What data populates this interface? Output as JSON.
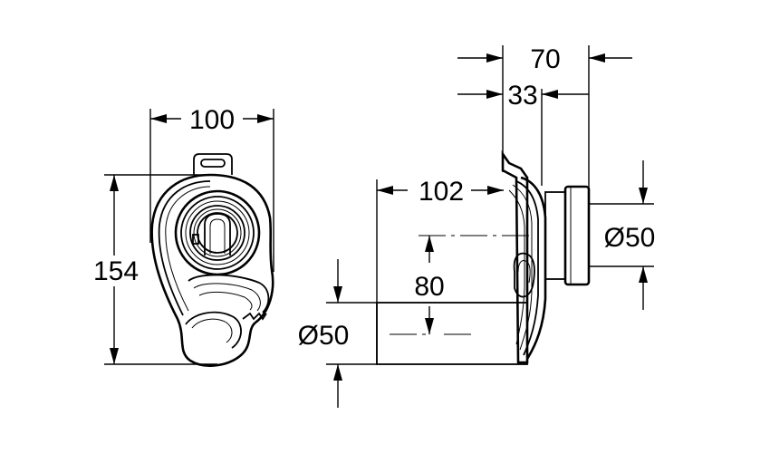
{
  "drawing": {
    "front_view": {
      "width_label": "100",
      "height_label": "154"
    },
    "side_view": {
      "depth_total_label": "70",
      "depth_flange_label": "33",
      "length_label": "102",
      "outlet_height_label": "80",
      "outlet_diameter_label": "Ø50",
      "inlet_diameter_label": "Ø50"
    },
    "colors": {
      "line": "#000000",
      "background": "#ffffff"
    }
  }
}
